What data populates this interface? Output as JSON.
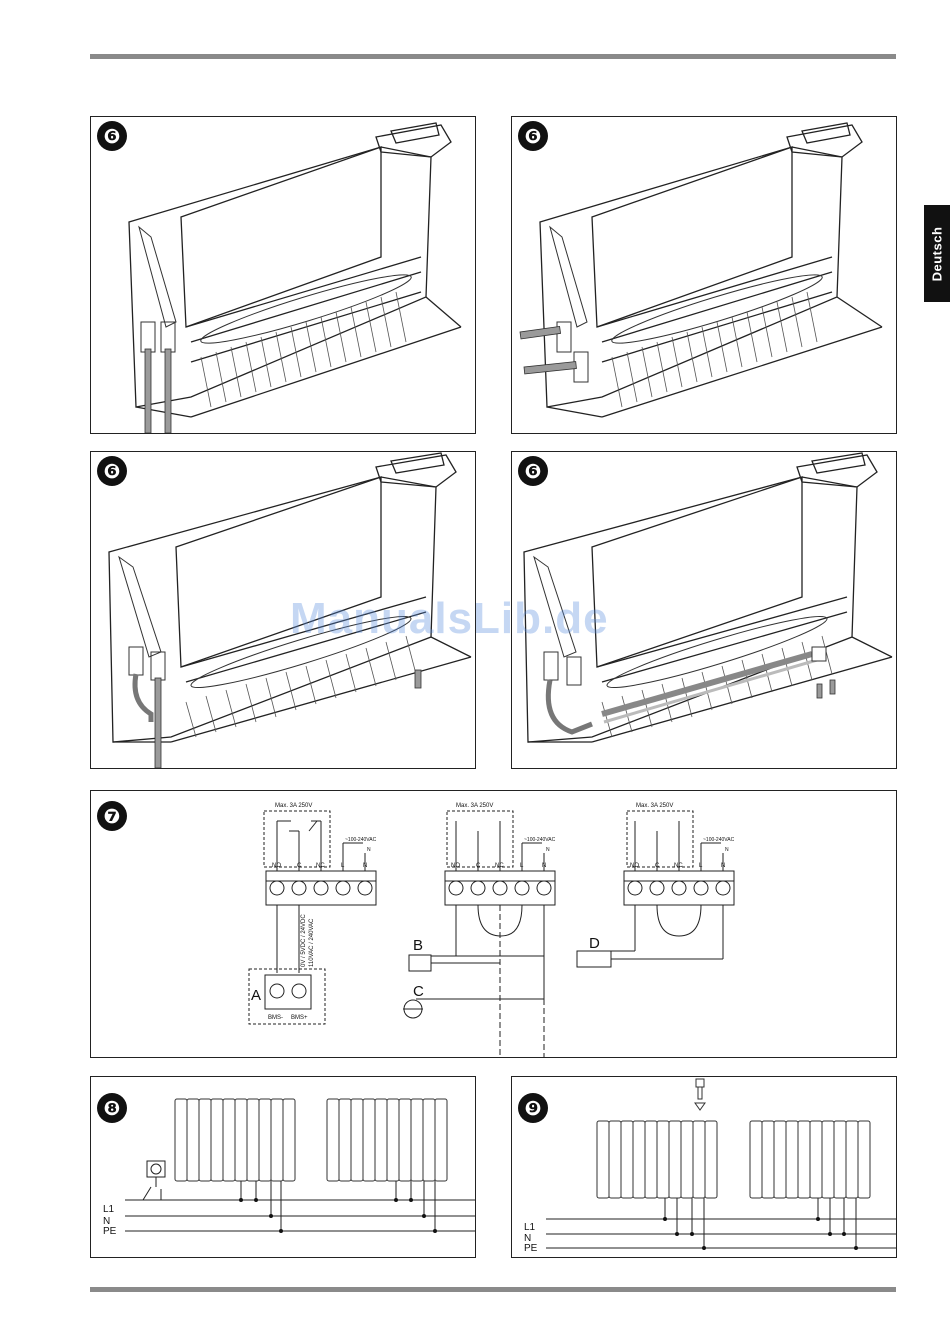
{
  "language_tab": "Deutsch",
  "watermark": "ManualsLib.de",
  "steps": {
    "step6": "❻",
    "step7": "❼",
    "step8": "❽",
    "step9": "❾"
  },
  "wiring": {
    "relay_rating": "Max. 3A 250V",
    "supply_voltage": "~100-240VAC",
    "neutral": "N",
    "terminals": [
      "NO",
      "C",
      "NC",
      "L",
      "N"
    ],
    "label_a": "A",
    "label_b": "B",
    "label_c": "C",
    "label_d": "D",
    "bms_minus": "BMS-",
    "bms_plus": "BMS+",
    "bms_voltage_1": "0V / 5VDC / 24VDC",
    "bms_voltage_2": "110VAC / 240VAC"
  },
  "mains": {
    "l1": "L1",
    "n": "N",
    "pe": "PE"
  },
  "colors": {
    "rule": "#8a8a8a",
    "tab": "#111111",
    "watermark": "#5a8cdc"
  }
}
